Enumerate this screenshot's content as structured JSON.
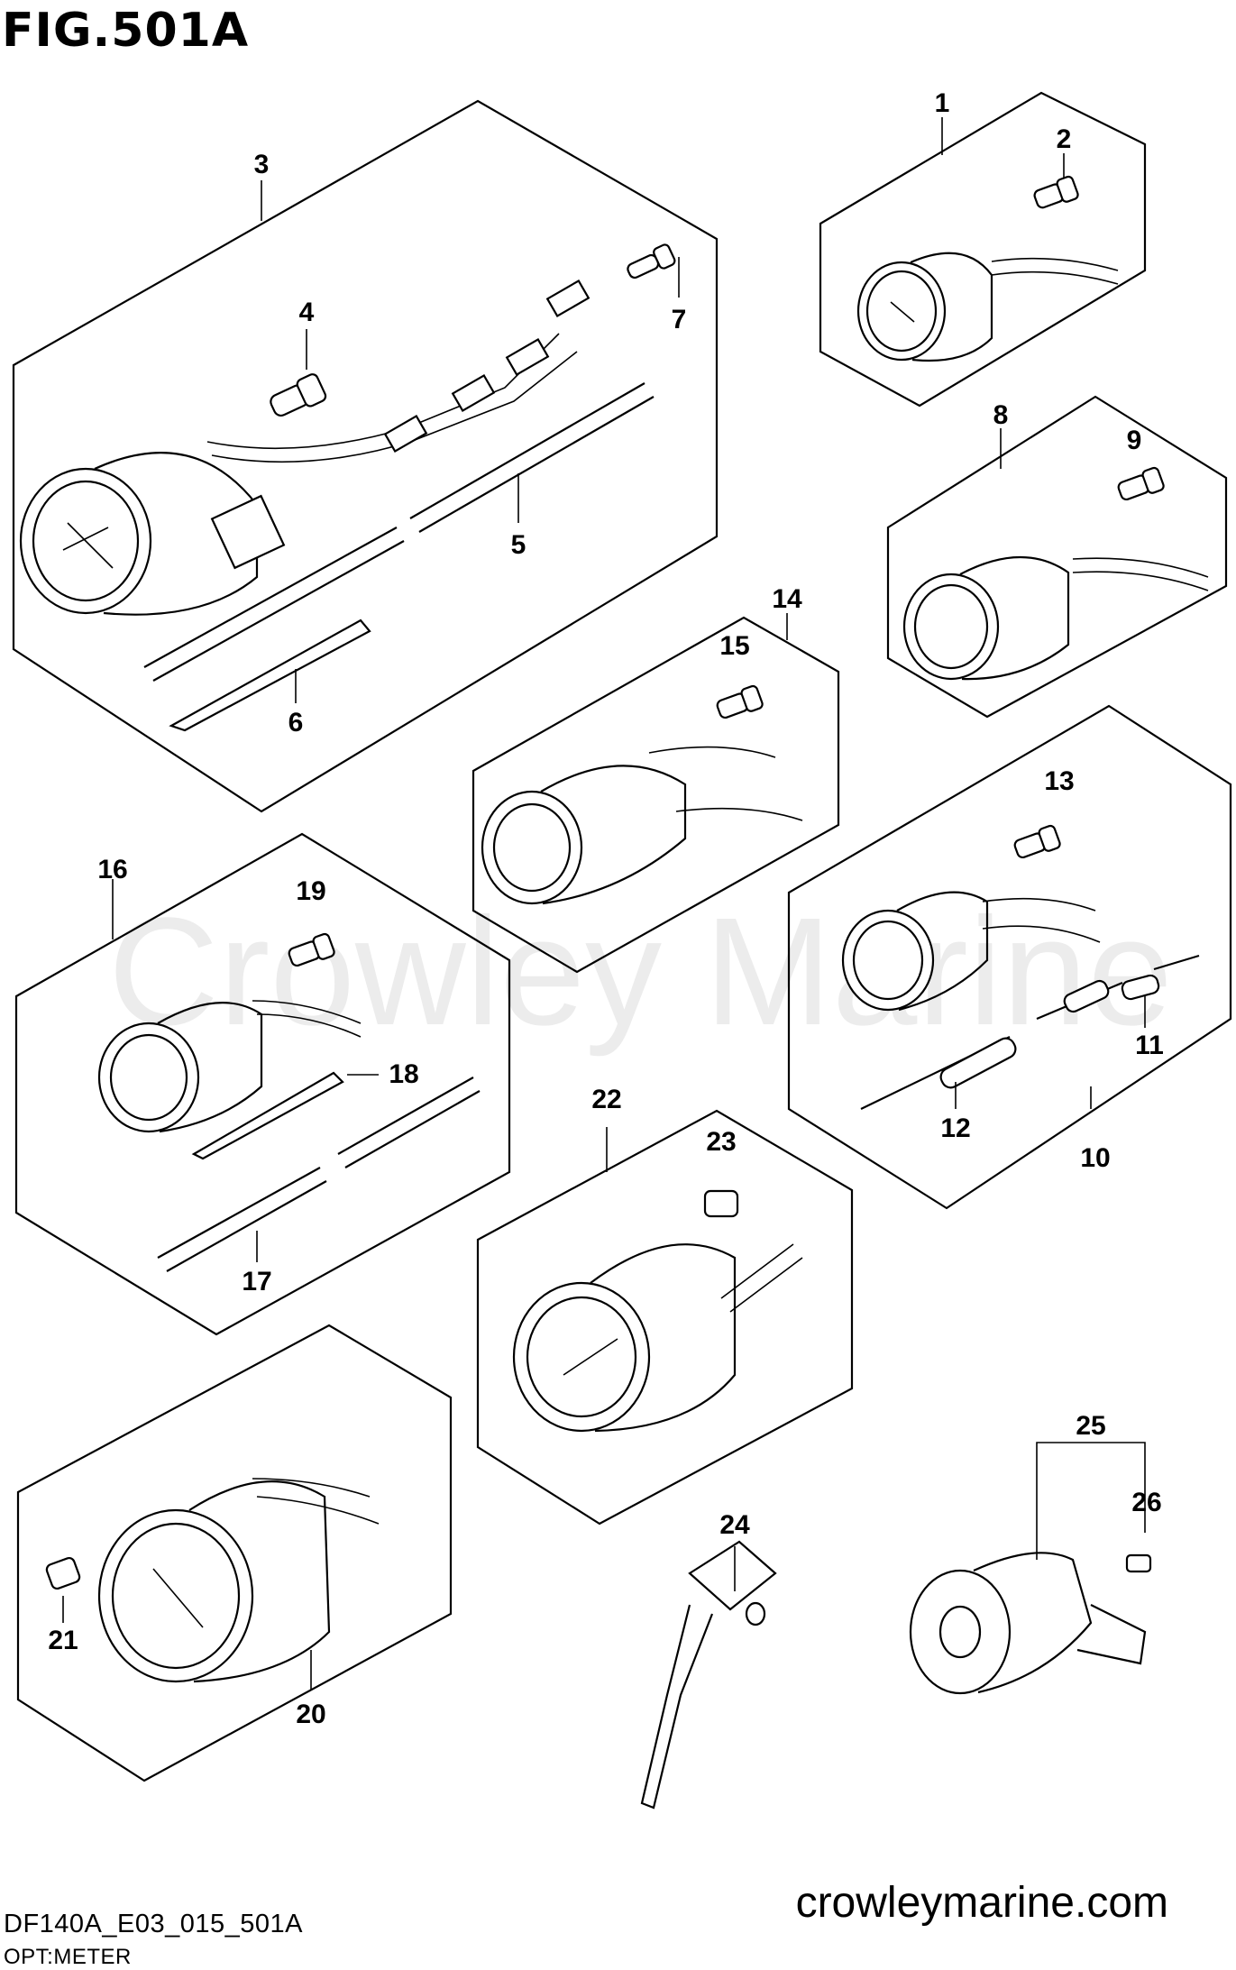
{
  "figure_title": "FIG.501A",
  "diagram_code": "DF140A_E03_015_501A",
  "subtitle": "OPT:METER",
  "website": "crowleymarine.com",
  "watermark": "Crowley Marine",
  "callouts": {
    "c1": "1",
    "c2": "2",
    "c3": "3",
    "c4": "4",
    "c5": "5",
    "c6": "6",
    "c7": "7",
    "c8": "8",
    "c9": "9",
    "c10": "10",
    "c11": "11",
    "c12": "12",
    "c13": "13",
    "c14": "14",
    "c15": "15",
    "c16": "16",
    "c17": "17",
    "c18": "18",
    "c19": "19",
    "c20": "20",
    "c21": "21",
    "c22": "22",
    "c23": "23",
    "c24": "24",
    "c25": "25",
    "c26": "26"
  }
}
